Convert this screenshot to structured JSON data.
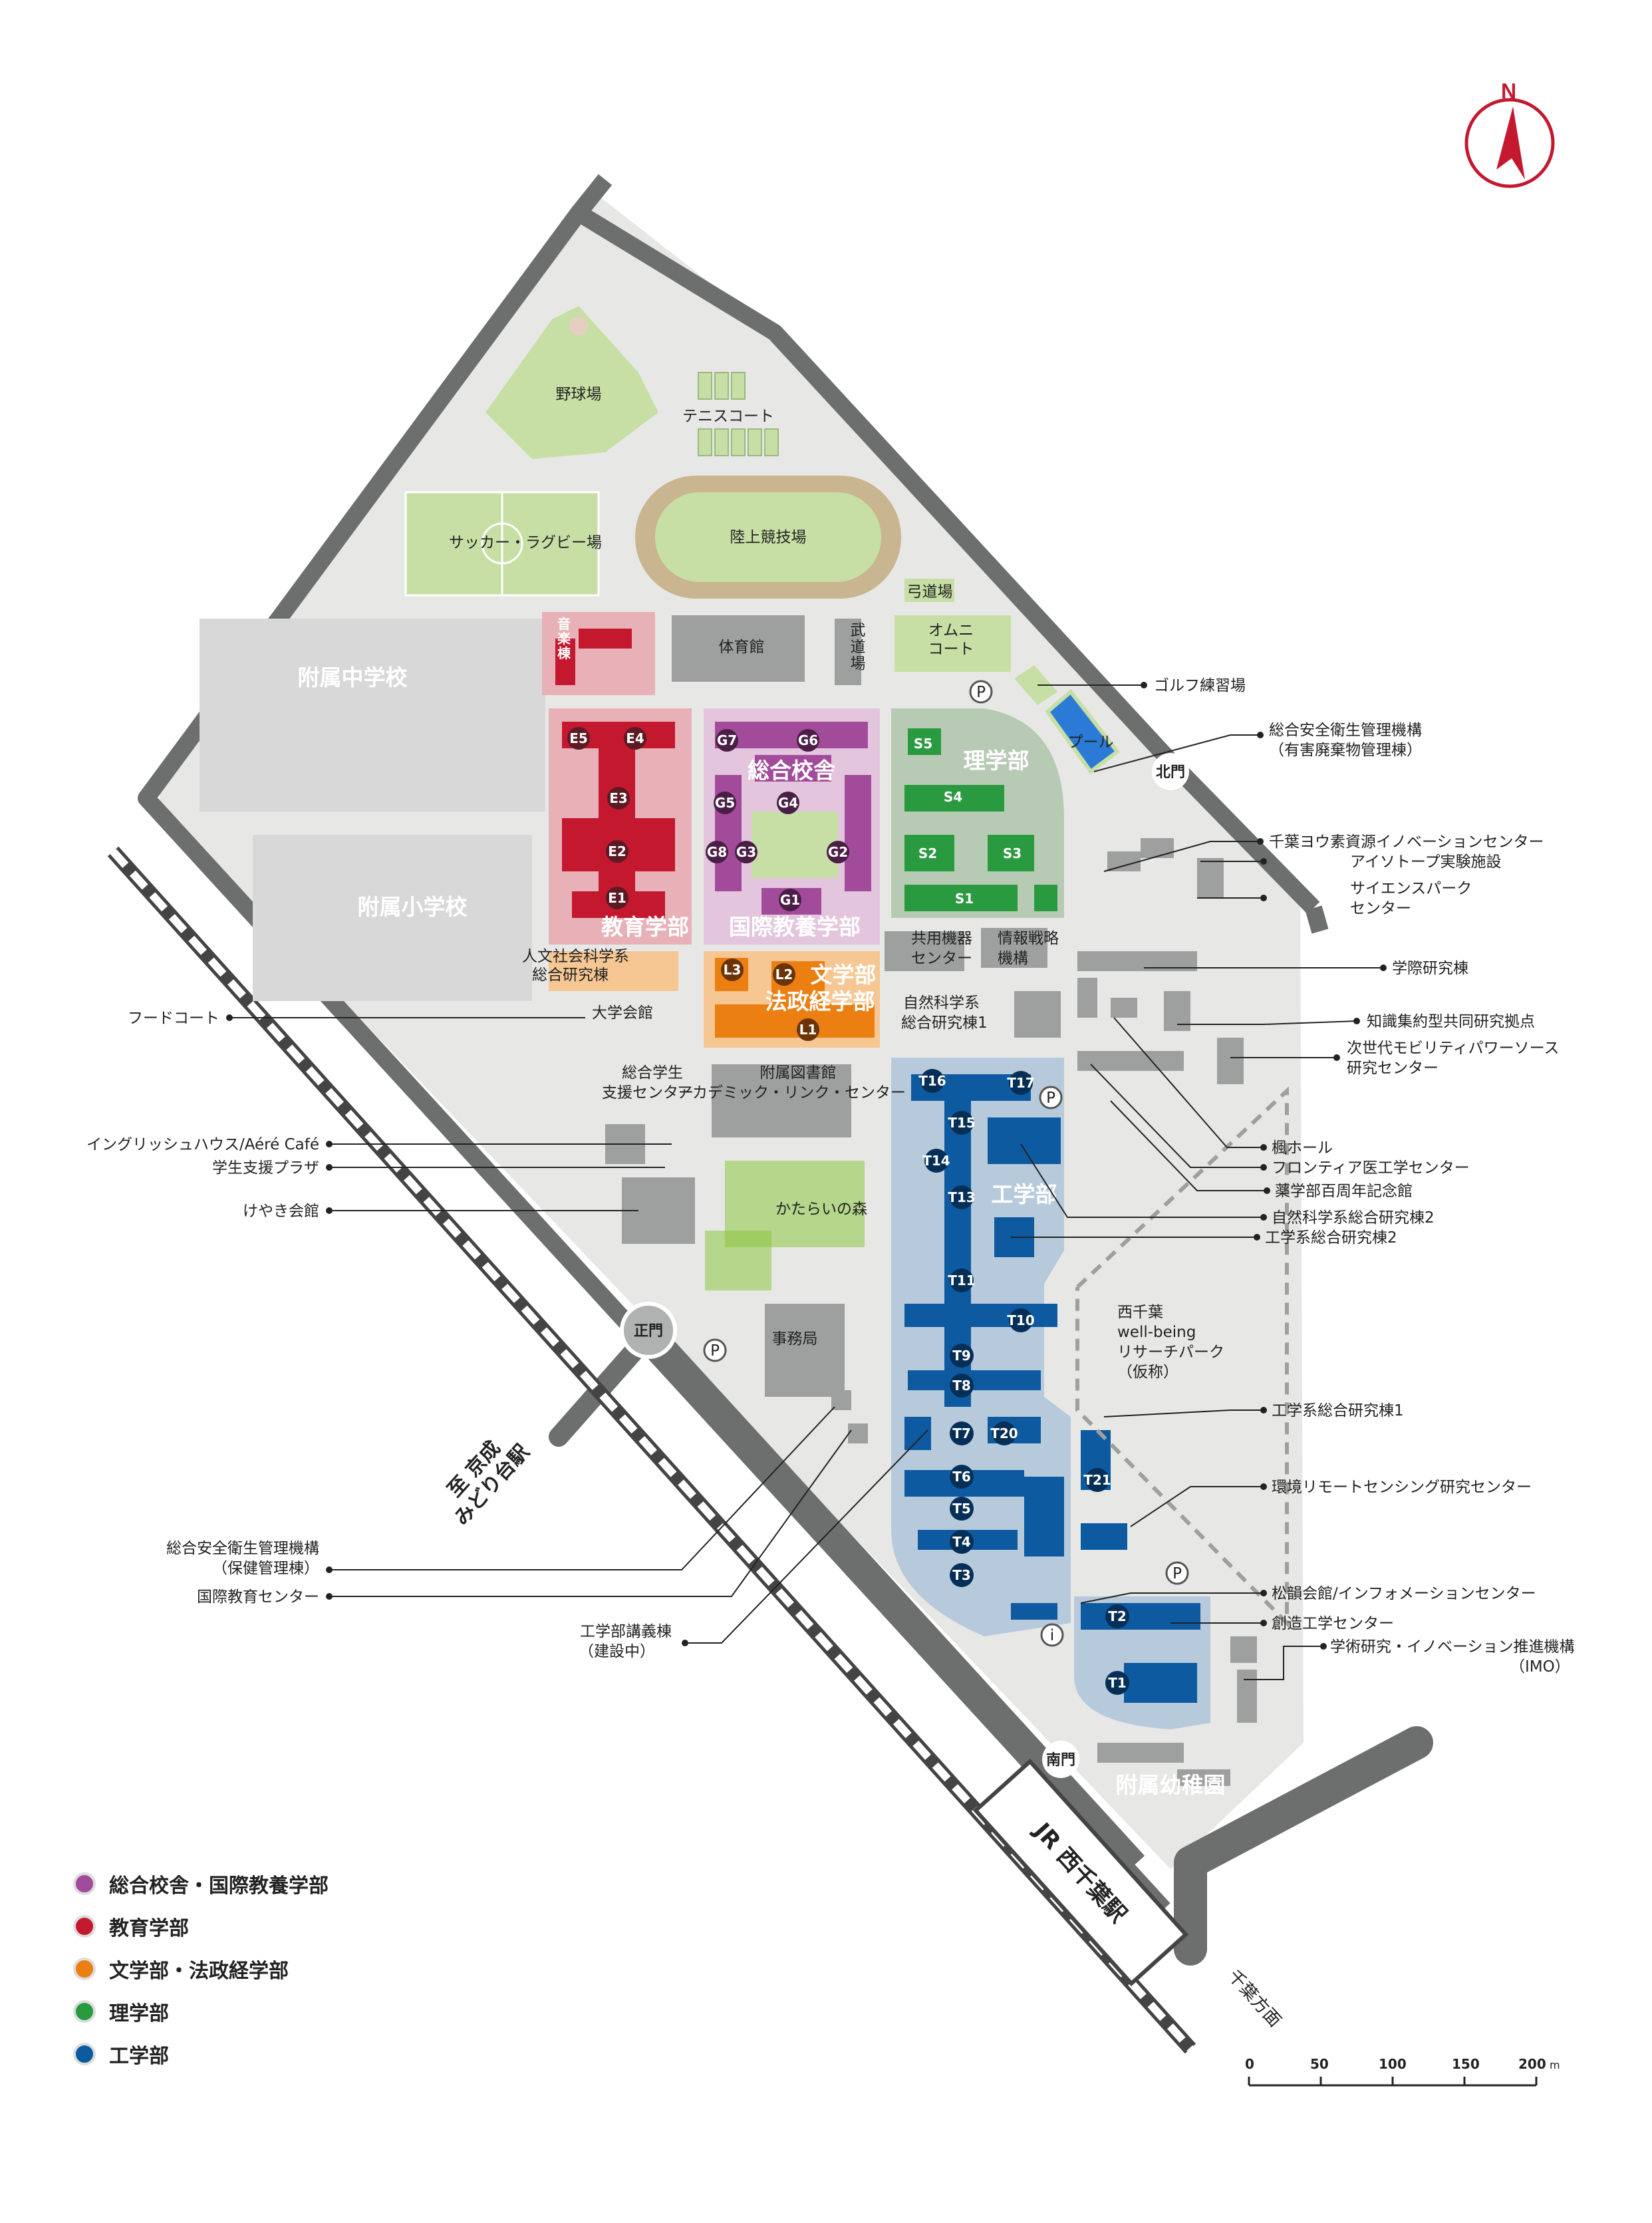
{
  "colors": {
    "campus_bg": "#e7e8e6",
    "road": "#6d6e6e",
    "building_gray": "#9ea0a0",
    "sogo": "#a24b9a",
    "sogo_bg": "#e3c6dd",
    "kyoiku": "#c4182f",
    "kyoiku_bg": "#e7b1b7",
    "bungaku": "#ec7f12",
    "bungaku_bg": "#f6c793",
    "rigaku": "#2a9a40",
    "rigaku_bg": "#b7cbb4",
    "kogaku": "#0d5aa0",
    "kogaku_bg": "#b6cadb",
    "field_green": "#c7dfa5",
    "north_red": "#c4182f"
  },
  "map": {
    "field_labels": {
      "baseball": "野球場",
      "tennis": "テニスコート",
      "soccer": "サッカー・ラグビー場",
      "track": "陸上競技場",
      "kyudo": "弓道場",
      "omni": "オムニ\nコート",
      "taiikukan": "体育館",
      "budo": "武\n道\n場",
      "ongaku": "音\n楽\n棟",
      "pool": "プール",
      "forest": "かたらいの森"
    },
    "school_labels": {
      "fuzoku_chu": "附属中学校",
      "fuzoku_sho": "附属小学校",
      "fuzoku_yochi": "附属幼稚園",
      "kyoiku": "教育学部",
      "sogo_kosha": "総合校舎",
      "kokusai": "国際教養学部",
      "rigaku": "理学部",
      "bungaku": "文学部",
      "hosei": "法政経学部",
      "kogaku": "工学部",
      "nishichiba_research": "西千葉\nwell-being\nリサーチパーク\n（仮称）"
    },
    "inline_labels": {
      "kyoyo_kiki": "共用機器\nセンター",
      "joho": "情報戦略\n機構",
      "jinbun": "人文社会科学系\n総合研究棟",
      "daigaku_kaikan": "大学会館",
      "gakusei_shien": "総合学生\n支援センター",
      "shizen_sogo1": "自然科学系\n総合研究棟1",
      "library": "附属図書館\nアカデミック・リンク・センター",
      "jimukyoku": "事務局"
    },
    "building_codes": {
      "E": [
        "E5",
        "E4",
        "E3",
        "E2",
        "E1"
      ],
      "G": [
        "G7",
        "G6",
        "G5",
        "G4",
        "G8",
        "G3",
        "G2",
        "G1"
      ],
      "S": [
        "S5",
        "S4",
        "S2",
        "S3",
        "S1"
      ],
      "L": [
        "L3",
        "L2",
        "L1"
      ],
      "T": [
        "T16",
        "T17",
        "T15",
        "T14",
        "T13",
        "T11",
        "T10",
        "T9",
        "T8",
        "T7",
        "T20",
        "T6",
        "T5",
        "T4",
        "T3",
        "T21",
        "T2",
        "T1"
      ]
    },
    "gates": {
      "seimon": "正門",
      "kitamon": "北門",
      "minamimon": "南門"
    },
    "parking_symbol": "P",
    "info_symbol": "i",
    "station_jr": "JR 西千葉駅",
    "station_keisei": "至 京成\nみどり台駅",
    "direction_chiba": "千葉方面"
  },
  "callouts_right": [
    "ゴルフ練習場",
    "総合安全衛生管理機構\n（有害廃棄物管理棟）",
    "千葉ヨウ素資源イノベーションセンター",
    "アイソトープ実験施設",
    "サイエンスパーク\nセンター",
    "学際研究棟",
    "知識集約型共同研究拠点",
    "次世代モビリティパワーソース\n研究センター",
    "楓ホール",
    "フロンティア医工学センター",
    "薬学部百周年記念館",
    "自然科学系総合研究棟2",
    "工学系総合研究棟2",
    "工学系総合研究棟1",
    "環境リモートセンシング研究センター",
    "松韻会館/インフォメーションセンター",
    "創造工学センター",
    "学術研究・イノベーション推進機構\n（IMO）"
  ],
  "callouts_left": [
    "フードコート",
    "イングリッシュハウス/Aéré Café",
    "学生支援プラザ",
    "けやき会館",
    "総合安全衛生管理機構\n（保健管理棟）",
    "国際教育センター",
    "工学部講義棟\n（建設中）"
  ],
  "legend": [
    {
      "label": "総合校舎・国際教養学部",
      "color": "#a24b9a"
    },
    {
      "label": "教育学部",
      "color": "#c4182f"
    },
    {
      "label": "文学部・法政経学部",
      "color": "#ec7f12"
    },
    {
      "label": "理学部",
      "color": "#2a9a40"
    },
    {
      "label": "工学部",
      "color": "#0d5aa0"
    }
  ],
  "north_letter": "N",
  "scale": {
    "ticks": [
      "0",
      "50",
      "100",
      "150",
      "200"
    ],
    "unit": "m"
  }
}
